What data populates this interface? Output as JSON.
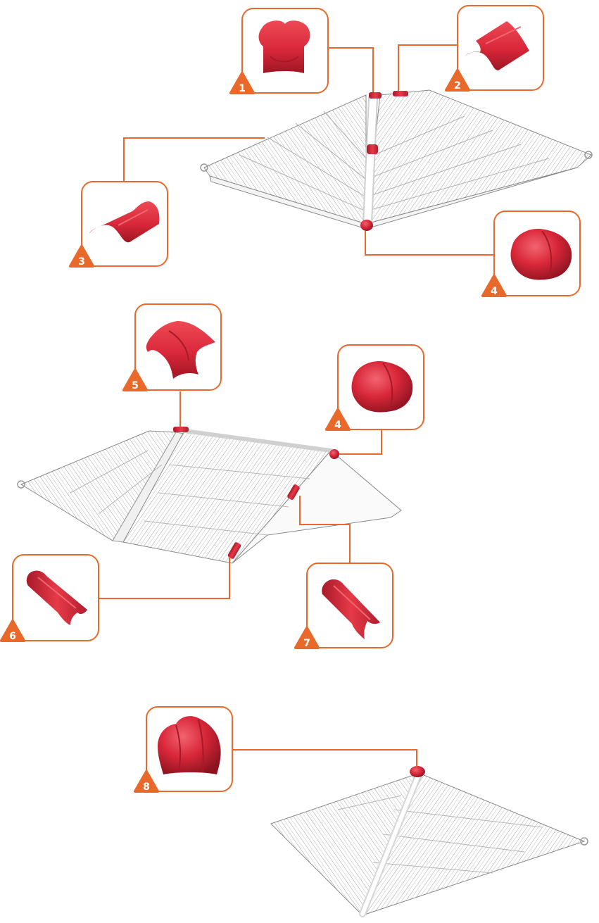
{
  "theme": {
    "accent": "#e8692a",
    "tile_red": "#d9283a",
    "tile_dark": "#9e1624",
    "roof_line": "#9a9a9a"
  },
  "callouts": [
    {
      "number": "1",
      "part": "ridge-cap-crown"
    },
    {
      "number": "2",
      "part": "ridge-tile"
    },
    {
      "number": "3",
      "part": "hip-start-tile"
    },
    {
      "number": "4",
      "part": "round-end-cap"
    },
    {
      "number": "5",
      "part": "three-way-junction"
    },
    {
      "number": "4",
      "part": "round-end-cap"
    },
    {
      "number": "6",
      "part": "hip-tile"
    },
    {
      "number": "7",
      "part": "ridge-tile-left"
    },
    {
      "number": "8",
      "part": "four-way-crown"
    }
  ]
}
